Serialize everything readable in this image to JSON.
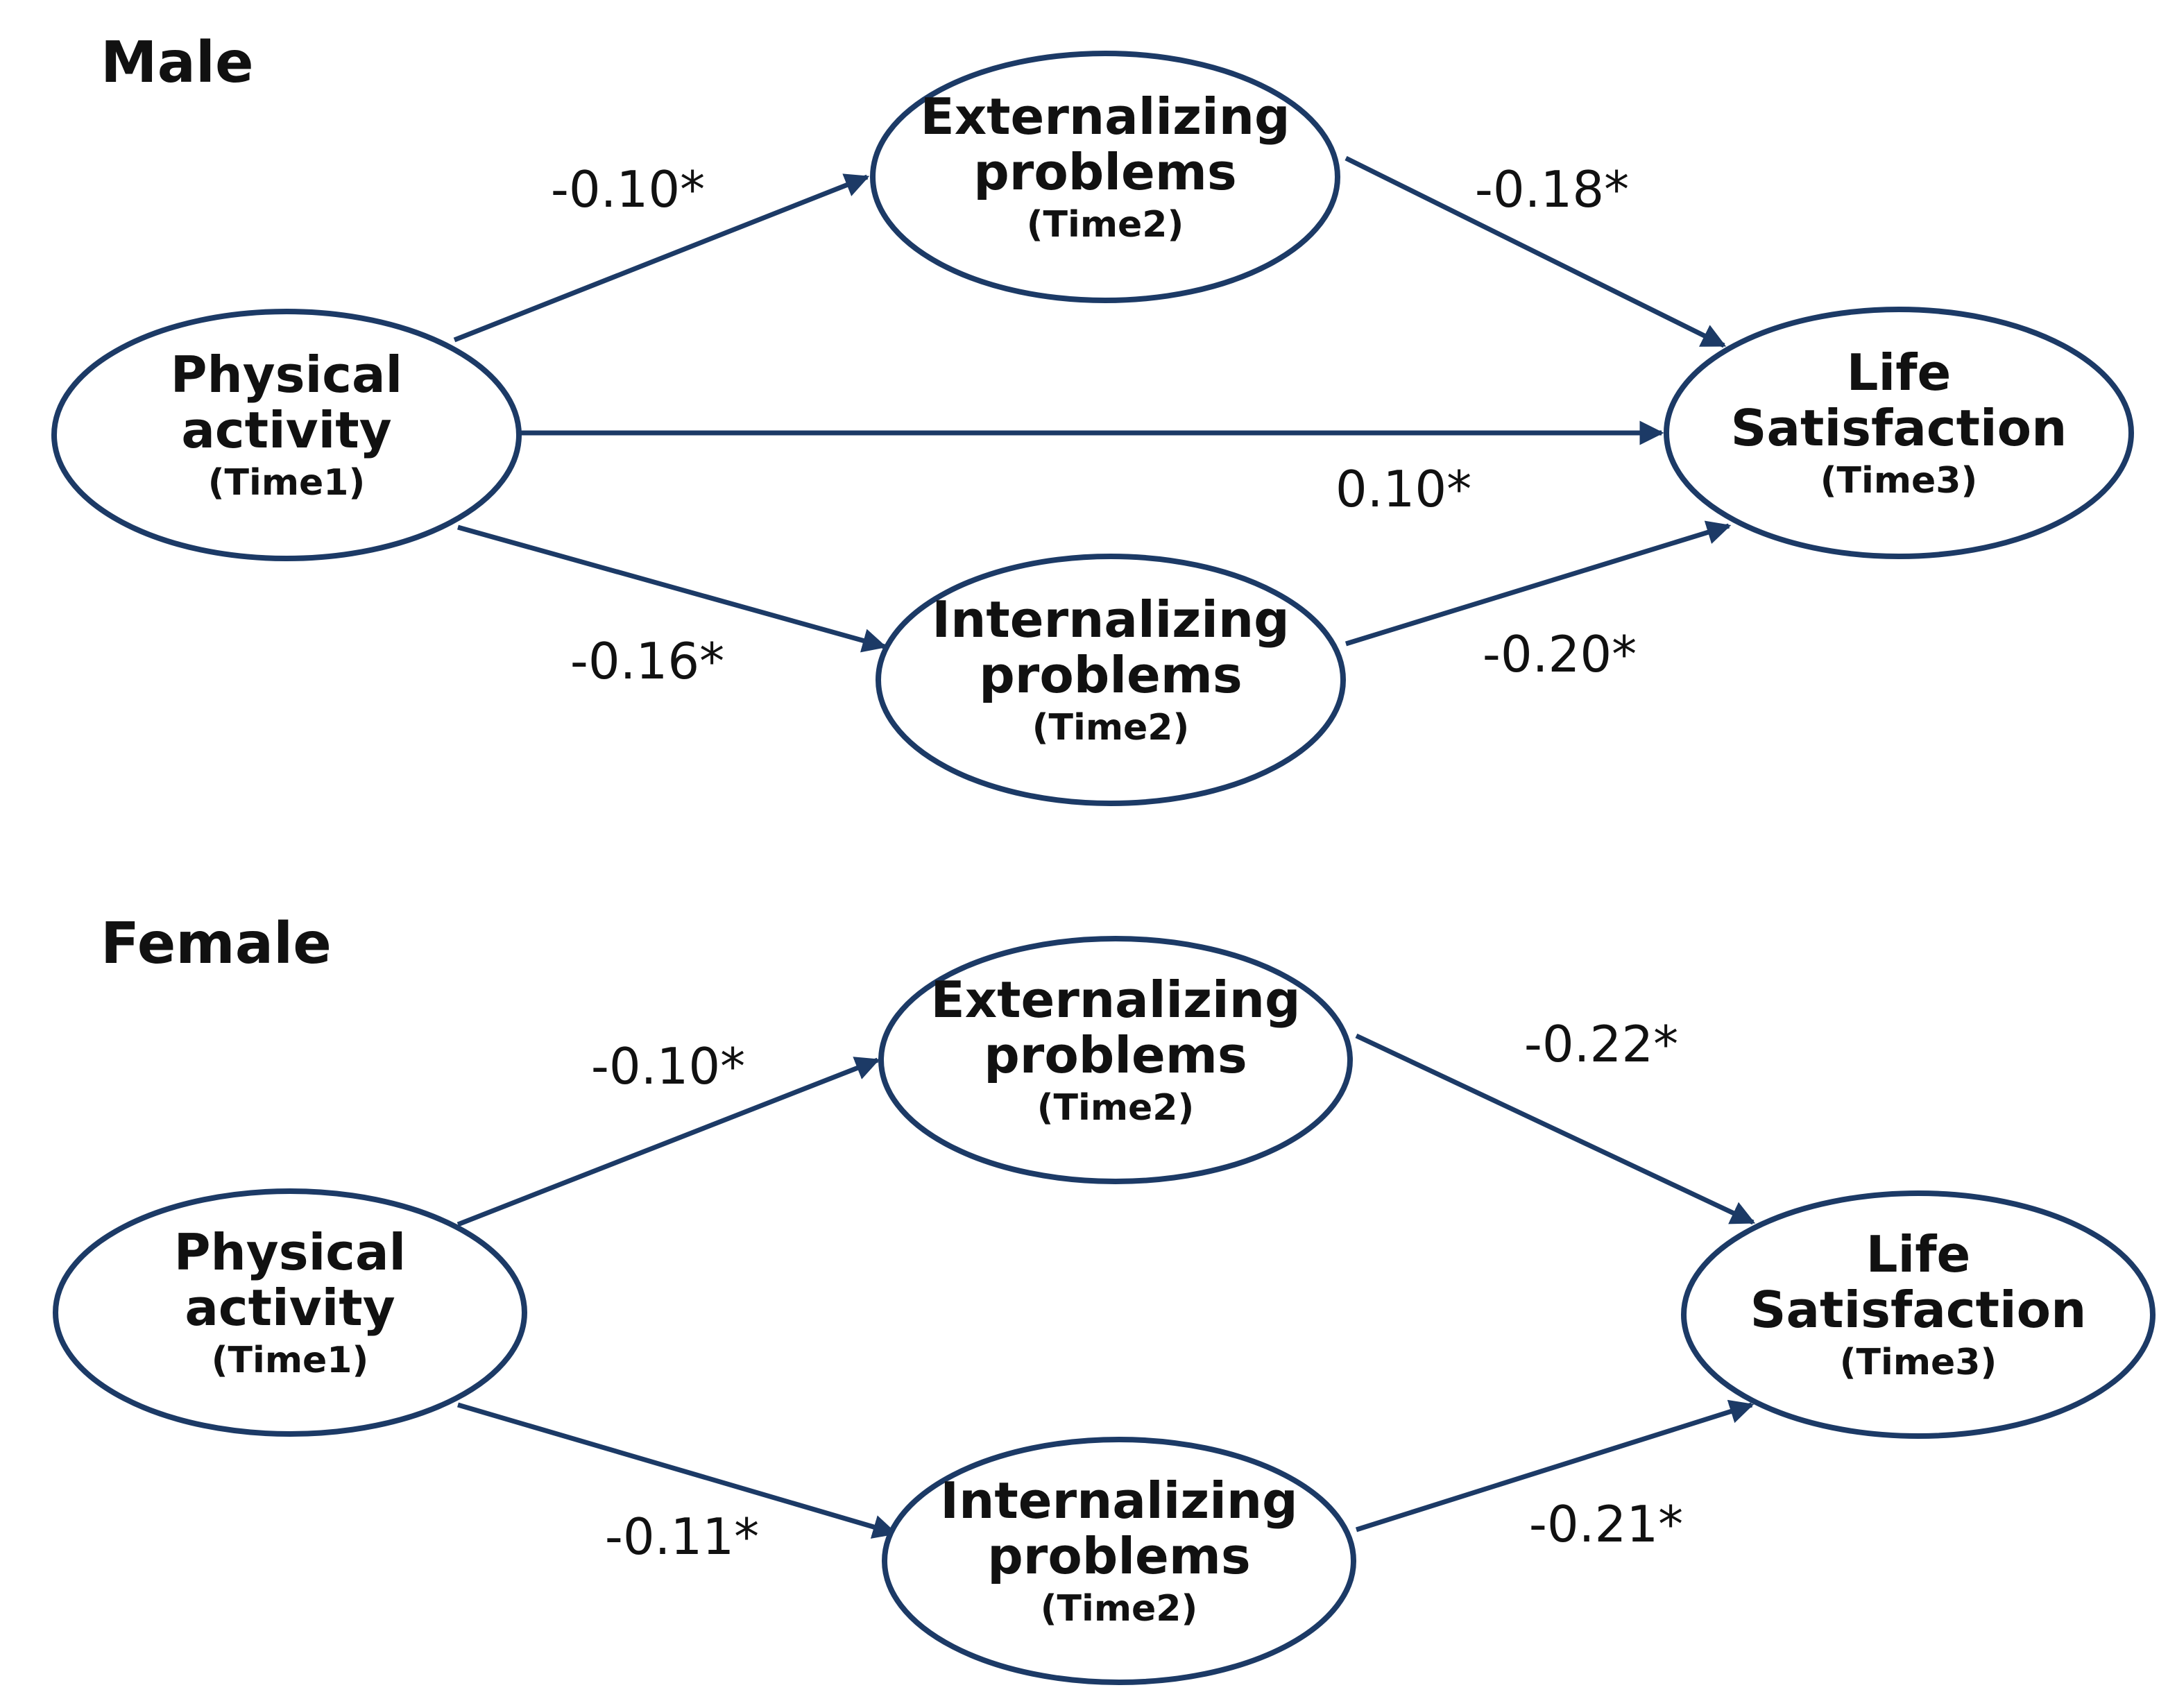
{
  "colors": {
    "stroke": "#1c3a66",
    "text": "#111111",
    "background": "#ffffff"
  },
  "panels": [
    {
      "id": "male",
      "title": "Male",
      "nodes": [
        {
          "id": "pa",
          "lines": [
            "Physical",
            "activity"
          ],
          "sub": "(Time1)"
        },
        {
          "id": "ext",
          "lines": [
            "Externalizing",
            "problems"
          ],
          "sub": "(Time2)"
        },
        {
          "id": "int",
          "lines": [
            "Internalizing",
            "problems"
          ],
          "sub": "(Time2)"
        },
        {
          "id": "ls",
          "lines": [
            "Life",
            "Satisfaction"
          ],
          "sub": "(Time3)"
        }
      ],
      "edges": [
        {
          "from": "pa",
          "to": "ext",
          "label": "-0.10*"
        },
        {
          "from": "ext",
          "to": "ls",
          "label": "-0.18*"
        },
        {
          "from": "pa",
          "to": "ls",
          "label": "0.10*"
        },
        {
          "from": "pa",
          "to": "int",
          "label": "-0.16*"
        },
        {
          "from": "int",
          "to": "ls",
          "label": "-0.20*"
        }
      ]
    },
    {
      "id": "female",
      "title": "Female",
      "nodes": [
        {
          "id": "pa",
          "lines": [
            "Physical",
            "activity"
          ],
          "sub": "(Time1)"
        },
        {
          "id": "ext",
          "lines": [
            "Externalizing",
            "problems"
          ],
          "sub": "(Time2)"
        },
        {
          "id": "int",
          "lines": [
            "Internalizing",
            "problems"
          ],
          "sub": "(Time2)"
        },
        {
          "id": "ls",
          "lines": [
            "Life",
            "Satisfaction"
          ],
          "sub": "(Time3)"
        }
      ],
      "edges": [
        {
          "from": "pa",
          "to": "ext",
          "label": "-0.10*"
        },
        {
          "from": "ext",
          "to": "ls",
          "label": "-0.22*"
        },
        {
          "from": "pa",
          "to": "int",
          "label": "-0.11*"
        },
        {
          "from": "int",
          "to": "ls",
          "label": "-0.21*"
        }
      ]
    }
  ]
}
